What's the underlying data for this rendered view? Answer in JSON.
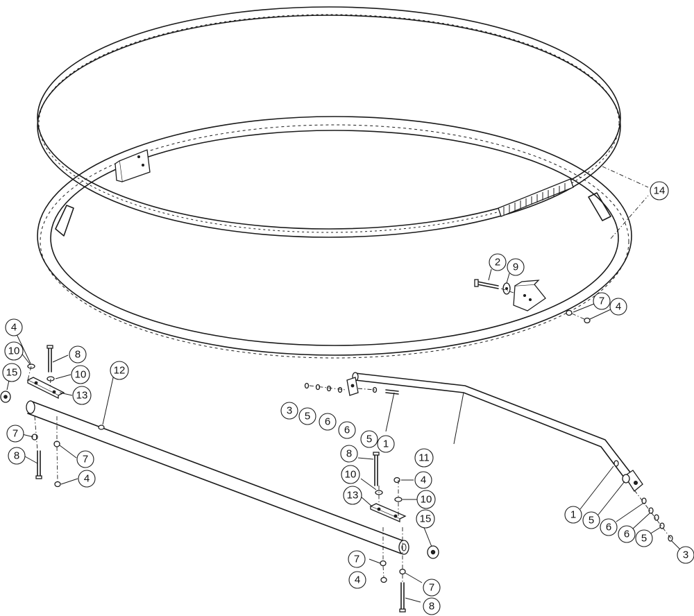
{
  "callouts": [
    {
      "label": "14"
    },
    {
      "label": "2"
    },
    {
      "label": "9"
    },
    {
      "label": "7"
    },
    {
      "label": "4"
    },
    {
      "label": "4"
    },
    {
      "label": "10"
    },
    {
      "label": "15"
    },
    {
      "label": "8"
    },
    {
      "label": "10"
    },
    {
      "label": "13"
    },
    {
      "label": "12"
    },
    {
      "label": "7"
    },
    {
      "label": "8"
    },
    {
      "label": "7"
    },
    {
      "label": "4"
    },
    {
      "label": "3"
    },
    {
      "label": "5"
    },
    {
      "label": "6"
    },
    {
      "label": "6"
    },
    {
      "label": "5"
    },
    {
      "label": "1"
    },
    {
      "label": "11"
    },
    {
      "label": "8"
    },
    {
      "label": "10"
    },
    {
      "label": "4"
    },
    {
      "label": "13"
    },
    {
      "label": "10"
    },
    {
      "label": "15"
    },
    {
      "label": "7"
    },
    {
      "label": "4"
    },
    {
      "label": "7"
    },
    {
      "label": "8"
    },
    {
      "label": "1"
    },
    {
      "label": "5"
    },
    {
      "label": "6"
    },
    {
      "label": "6"
    },
    {
      "label": "5"
    },
    {
      "label": "3"
    }
  ]
}
